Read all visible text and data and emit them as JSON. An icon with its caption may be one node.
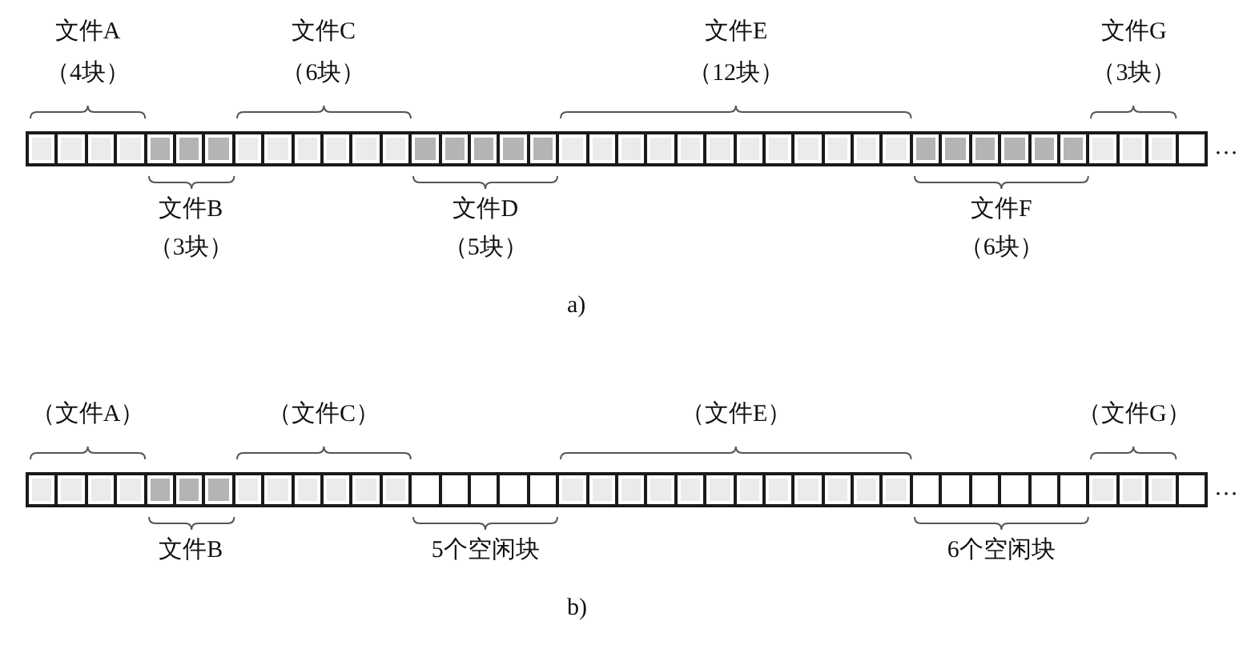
{
  "diagram": {
    "nodes": [
      {
        "text": [],
        "shape": "bar",
        "beside": [
          "文件A",
          "（4块）"
        ]
      },
      {
        "text": [],
        "shape": "bar",
        "beside": [
          "文件B",
          "（3块）"
        ]
      },
      {
        "text": [],
        "shape": "bar",
        "beside": [
          "文件C",
          "（6块）"
        ]
      },
      {
        "text": [],
        "shape": "bar",
        "beside": [
          "文件D",
          "（5块）"
        ]
      },
      {
        "text": [],
        "shape": "bar",
        "beside": [
          "文件E",
          "（12块）"
        ]
      },
      {
        "text": [],
        "shape": "bar",
        "beside": [
          "文件F",
          "（6块）"
        ]
      },
      {
        "text": [],
        "shape": "bar",
        "beside": [
          "文件G",
          "（3块）"
        ]
      },
      {
        "text": [],
        "shape": "box"
      },
      {
        "text": [],
        "shape": "bar",
        "beside": [
          "（文件A）"
        ]
      },
      {
        "text": [],
        "shape": "bar",
        "beside": [
          "文件B"
        ]
      },
      {
        "text": [],
        "shape": "bar",
        "beside": [
          "（文件C）"
        ]
      },
      {
        "text": [],
        "shape": "bar",
        "beside": [
          "5个空闲块"
        ]
      },
      {
        "text": [],
        "shape": "bar",
        "beside": [
          "（文件E）"
        ]
      },
      {
        "text": [],
        "shape": "bar",
        "beside": [
          "6个空闲块"
        ]
      },
      {
        "text": [],
        "shape": "bar",
        "beside": [
          "（文件G）"
        ]
      },
      {
        "text": [],
        "shape": "box"
      }
    ],
    "labels": [
      "…",
      "a)",
      "…",
      "b)"
    ]
  }
}
